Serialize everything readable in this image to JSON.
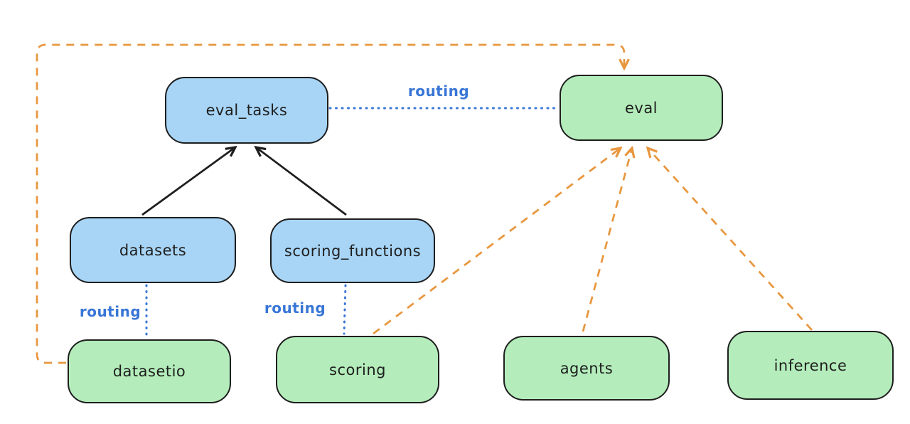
{
  "colors": {
    "background": "#ffffff",
    "stroke": "#1e1e1e",
    "blue-fill": "#a8d5f6",
    "green-fill": "#b4edbb",
    "orange": "#e8973f",
    "blue": "#3876d6"
  },
  "nodes": {
    "eval_tasks": {
      "label": "eval_tasks"
    },
    "eval": {
      "label": "eval"
    },
    "datasets": {
      "label": "datasets"
    },
    "scoring_functions": {
      "label": "scoring_functions"
    },
    "datasetio": {
      "label": "datasetio"
    },
    "scoring": {
      "label": "scoring"
    },
    "agents": {
      "label": "agents"
    },
    "inference": {
      "label": "inference"
    }
  },
  "edge_labels": {
    "routing_top": "routing",
    "routing_datasets": "routing",
    "routing_scoring": "routing"
  }
}
